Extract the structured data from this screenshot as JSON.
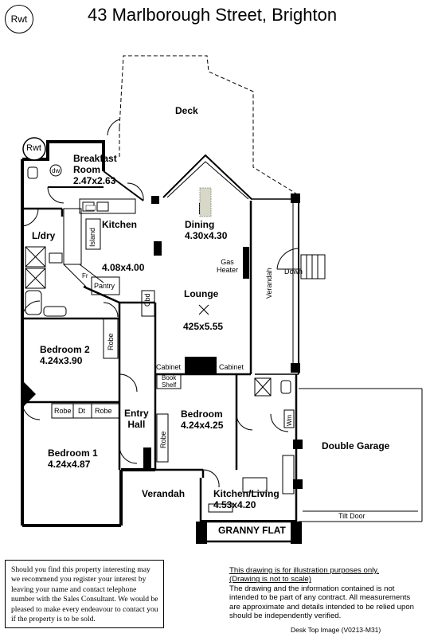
{
  "header": {
    "title": "43 Marlborough Street,  Brighton",
    "rwt_badge": "Rwt"
  },
  "plan": {
    "rwt_tank": "Rwt",
    "deck": "Deck",
    "breakfast": {
      "name_line1": "Breakfast",
      "name_line2": "Room",
      "dims": "2.47x2.63"
    },
    "kitchen": {
      "name": "Kitchen",
      "dims": "4.08x4.00",
      "island": "Island"
    },
    "dining": {
      "name": "Dining",
      "dims": "4.30x4.30"
    },
    "lounge": {
      "name": "Lounge",
      "dims": "425x5.55"
    },
    "laundry": {
      "name": "L/dry"
    },
    "pantry": "Pantry",
    "fr": "Fr",
    "dw": "dw",
    "cbd": "Cbd",
    "gas_heater": {
      "line1": "Gas",
      "line2": "Heater"
    },
    "verandah_right": "Verandah",
    "down": "Down",
    "bed2": {
      "name": "Bedroom 2",
      "dims": "4.24x3.90",
      "robe": "Robe"
    },
    "bed1": {
      "name": "Bedroom 1",
      "dims": "4.24x4.87",
      "robe_a": "Robe",
      "dt": "Dt",
      "robe_b": "Robe"
    },
    "bed_main": {
      "name": "Bedroom",
      "dims": "4.24x4.25",
      "robe": "Robe"
    },
    "cabinet_left": "Cabinet",
    "cabinet_right": "Cabinet",
    "book_shelf": {
      "line1": "Book",
      "line2": "Shelf"
    },
    "entry_hall": {
      "line1": "Entry",
      "line2": "Hall"
    },
    "verandah_bottom": "Verandah",
    "kitchen_living": {
      "name": "Kitchen/Living",
      "dims": "4.53x4.20"
    },
    "granny_flat": "GRANNY FLAT",
    "wm": "Wm",
    "double_garage": "Double Garage",
    "tilt_door": "Tilt Door"
  },
  "contact_note": "Should you find this property interesting may we recommend you register your interest by leaving your name and contact telephone number with the Sales Consultant. We would be pleased to make every endeavour to contact you if the property is to be sold.",
  "disclaimer": {
    "line1": "This drawing is for illustration purposes only.",
    "line2": "(Drawing is not to scale)",
    "body": "The drawing and the information contained is not intended to be part of any contract.  All measurements are approximate and details intended to be relied upon should be independently verified."
  },
  "footer": "Desk Top Image  (V0213-M31)"
}
